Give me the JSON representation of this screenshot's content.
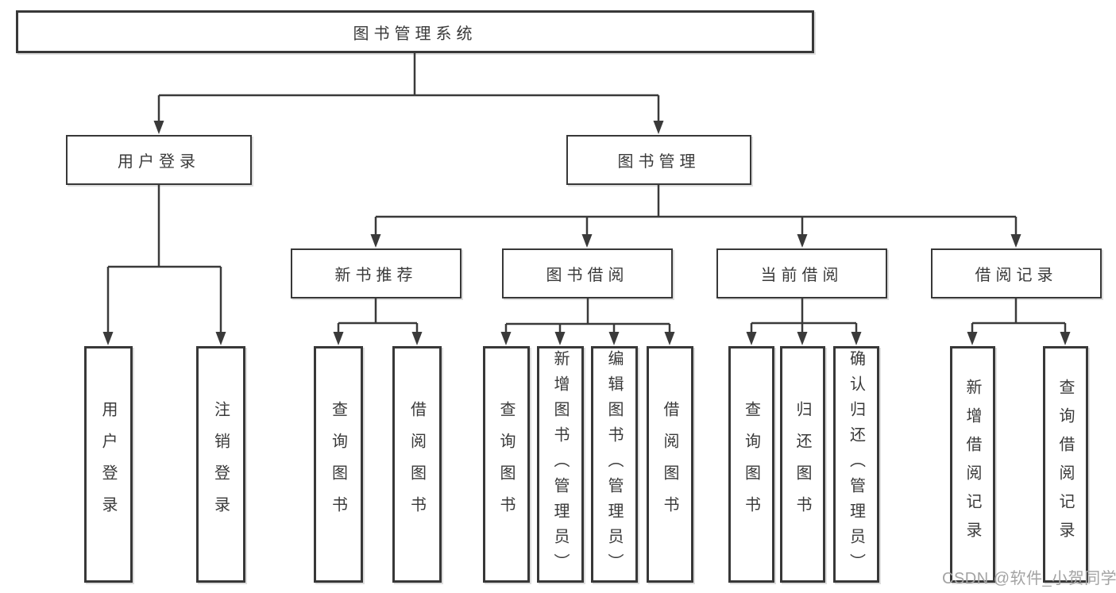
{
  "diagram": {
    "root_label": "图书管理系统",
    "branches": [
      {
        "label": "用户登录",
        "leaves": [
          "用户登录",
          "注销登录"
        ]
      },
      {
        "label": "图书管理",
        "groups": [
          {
            "label": "新书推荐",
            "leaves": [
              "查询图书",
              "借阅图书"
            ]
          },
          {
            "label": "图书借阅",
            "leaves": [
              "查询图书",
              "新增图书（管理员）",
              "编辑图书（管理员）",
              "借阅图书"
            ]
          },
          {
            "label": "当前借阅",
            "leaves": [
              "查询图书",
              "归还图书",
              "确认归还（管理员）"
            ]
          },
          {
            "label": "借阅记录",
            "leaves": [
              "新增借阅记录",
              "查询借阅记录"
            ]
          }
        ]
      }
    ]
  },
  "watermark": "CSDN @软件_小贺同学",
  "colors": {
    "line": "#3a3a3a",
    "box_border": "#383838",
    "text": "#3a3a3a",
    "watermark": "#a3a3a3",
    "background": "#ffffff"
  }
}
